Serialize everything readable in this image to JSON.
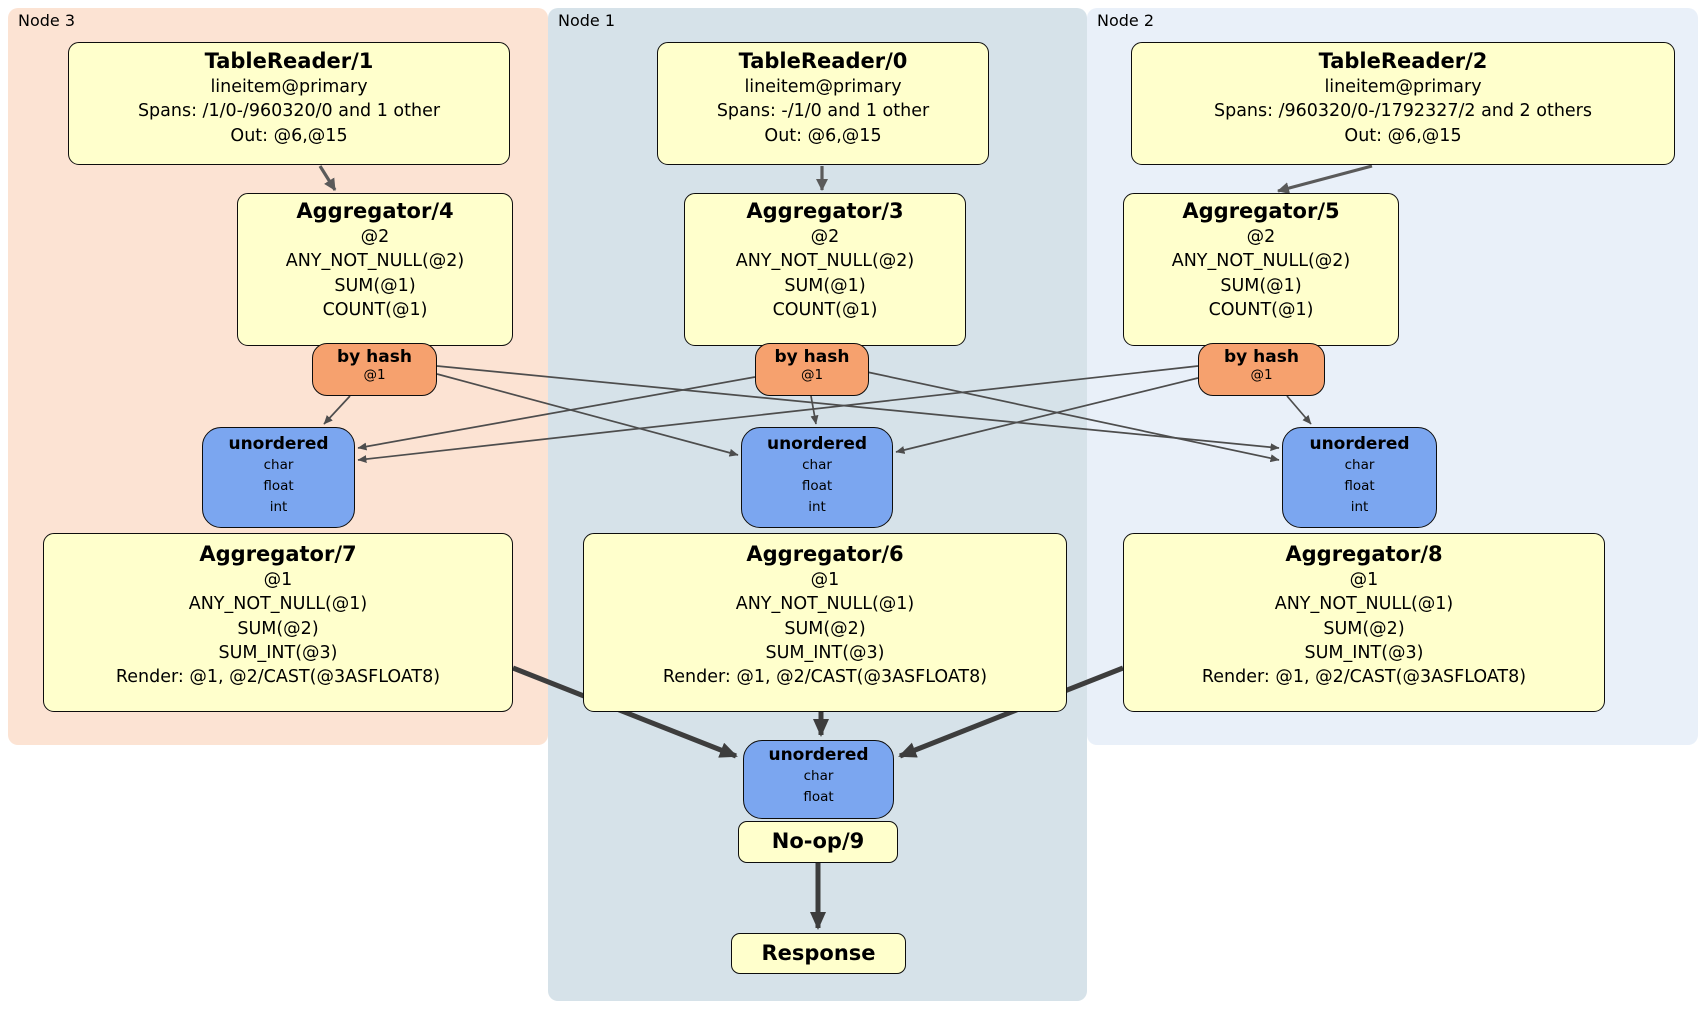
{
  "regions": [
    {
      "label": "Node 3"
    },
    {
      "label": "Node 1"
    },
    {
      "label": "Node 2"
    }
  ],
  "colors": {
    "node3_bg": "#fce3d3",
    "node1_bg": "#d6e2e9",
    "node2_bg": "#e9f0f9",
    "processor_fill": "#ffffcc",
    "router_fill": "#f6a16e",
    "sync_fill": "#7ba6f0",
    "thick_arrow": "#3d3d3d",
    "thin_edge": "#4d4d4d"
  },
  "node3": {
    "table_reader": {
      "title": "TableReader/1",
      "lines": [
        "lineitem@primary",
        "Spans: /1/0-/960320/0 and 1 other",
        "Out: @6,@15"
      ]
    },
    "aggregator_top": {
      "title": "Aggregator/4",
      "lines": [
        "@2",
        "ANY_NOT_NULL(@2)",
        "SUM(@1)",
        "COUNT(@1)"
      ]
    },
    "router": {
      "title": "by hash",
      "detail": "@1"
    },
    "sync": {
      "title": "unordered",
      "types": [
        "char",
        "float",
        "int"
      ]
    },
    "aggregator_bottom": {
      "title": "Aggregator/7",
      "lines": [
        "@1",
        "ANY_NOT_NULL(@1)",
        "SUM(@2)",
        "SUM_INT(@3)",
        "Render: @1, @2/CAST(@3ASFLOAT8)"
      ]
    }
  },
  "node1": {
    "table_reader": {
      "title": "TableReader/0",
      "lines": [
        "lineitem@primary",
        "Spans: -/1/0 and 1 other",
        "Out: @6,@15"
      ]
    },
    "aggregator_top": {
      "title": "Aggregator/3",
      "lines": [
        "@2",
        "ANY_NOT_NULL(@2)",
        "SUM(@1)",
        "COUNT(@1)"
      ]
    },
    "router": {
      "title": "by hash",
      "detail": "@1"
    },
    "sync": {
      "title": "unordered",
      "types": [
        "char",
        "float",
        "int"
      ]
    },
    "aggregator_bottom": {
      "title": "Aggregator/6",
      "lines": [
        "@1",
        "ANY_NOT_NULL(@1)",
        "SUM(@2)",
        "SUM_INT(@3)",
        "Render: @1, @2/CAST(@3ASFLOAT8)"
      ]
    }
  },
  "node2": {
    "table_reader": {
      "title": "TableReader/2",
      "lines": [
        "lineitem@primary",
        "Spans: /960320/0-/1792327/2 and 2 others",
        "Out: @6,@15"
      ]
    },
    "aggregator_top": {
      "title": "Aggregator/5",
      "lines": [
        "@2",
        "ANY_NOT_NULL(@2)",
        "SUM(@1)",
        "COUNT(@1)"
      ]
    },
    "router": {
      "title": "by hash",
      "detail": "@1"
    },
    "sync": {
      "title": "unordered",
      "types": [
        "char",
        "float",
        "int"
      ]
    },
    "aggregator_bottom": {
      "title": "Aggregator/8",
      "lines": [
        "@1",
        "ANY_NOT_NULL(@1)",
        "SUM(@2)",
        "SUM_INT(@3)",
        "Render: @1, @2/CAST(@3ASFLOAT8)"
      ]
    }
  },
  "final": {
    "sync": {
      "title": "unordered",
      "types": [
        "char",
        "float"
      ]
    },
    "noop": {
      "title": "No-op/9"
    },
    "response": {
      "title": "Response"
    }
  }
}
